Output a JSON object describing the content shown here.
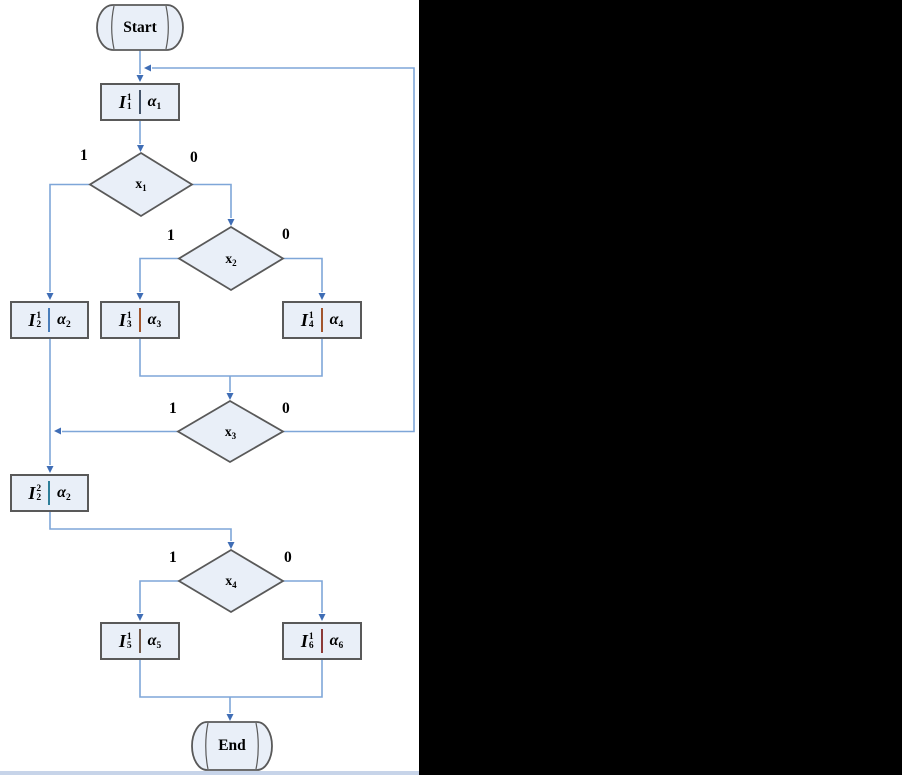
{
  "palette": {
    "line": "#7ea6d8",
    "arrow": "#3f6db5",
    "shape_fill": "#e9eff8",
    "shape_border": "#595959",
    "text": "#000000",
    "strip": "#c7d4e9",
    "panel_bg": "#ffffff",
    "canvas_bg": "#000000"
  },
  "flow": {
    "start_label": "Start",
    "end_label": "End",
    "boxes": [
      {
        "name": "I-1-1",
        "base": "I",
        "sup": "1",
        "sub": "1",
        "alpha": "α",
        "alpha_sub": "1",
        "bar_color": "#44546a"
      },
      {
        "name": "I-2-1",
        "base": "I",
        "sup": "1",
        "sub": "2",
        "alpha": "α",
        "alpha_sub": "2",
        "bar_color": "#4a7ebb"
      },
      {
        "name": "I-3-1",
        "base": "I",
        "sup": "1",
        "sub": "3",
        "alpha": "α",
        "alpha_sub": "3",
        "bar_color": "#a2552d"
      },
      {
        "name": "I-4-1",
        "base": "I",
        "sup": "1",
        "sub": "4",
        "alpha": "α",
        "alpha_sub": "4",
        "bar_color": "#a2552d"
      },
      {
        "name": "I-2-2",
        "base": "I",
        "sup": "2",
        "sub": "2",
        "alpha": "α",
        "alpha_sub": "2",
        "bar_color": "#2f7f9a"
      },
      {
        "name": "I-5-1",
        "base": "I",
        "sup": "1",
        "sub": "5",
        "alpha": "α",
        "alpha_sub": "5",
        "bar_color": "#6e5a4e"
      },
      {
        "name": "I-6-1",
        "base": "I",
        "sup": "1",
        "sub": "6",
        "alpha": "α",
        "alpha_sub": "6",
        "bar_color": "#8c3a38"
      }
    ],
    "decisions": [
      {
        "name": "x1",
        "base": "x",
        "sub": "1",
        "yes": "1",
        "no": "0"
      },
      {
        "name": "x2",
        "base": "x",
        "sub": "2",
        "yes": "1",
        "no": "0"
      },
      {
        "name": "x3",
        "base": "x",
        "sub": "3",
        "yes": "1",
        "no": "0"
      },
      {
        "name": "x4",
        "base": "x",
        "sub": "4",
        "yes": "1",
        "no": "0"
      }
    ]
  }
}
